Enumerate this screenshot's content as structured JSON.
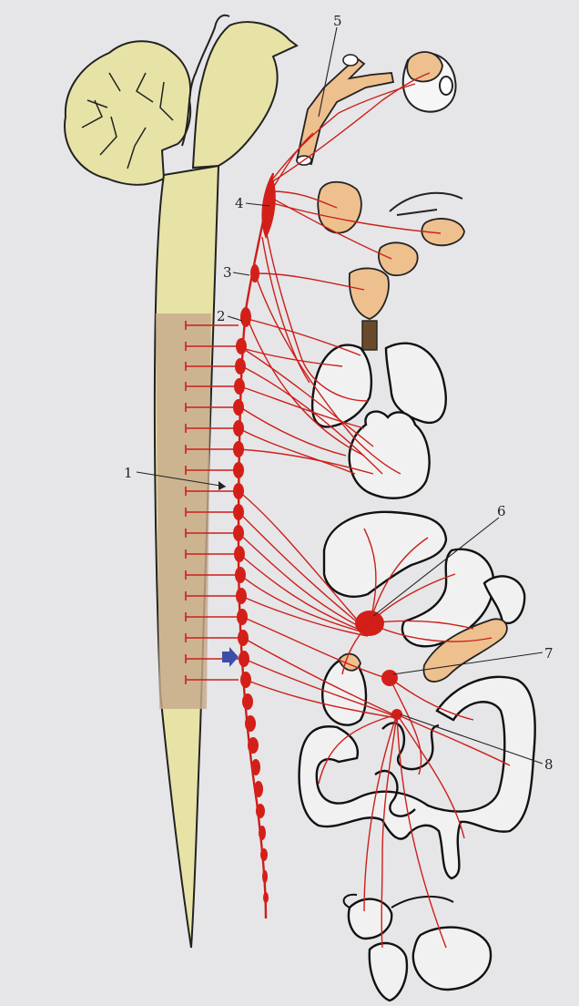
{
  "labels": {
    "l1": "1",
    "l2": "2",
    "l3": "3",
    "l4": "4",
    "l5": "5",
    "l6": "6",
    "l7": "7",
    "l8": "8"
  },
  "colors": {
    "nerve": "#cc1f1a",
    "spinal_cord": "#e7e3a6",
    "thoracolumbar_segment": "#c7a98c",
    "gland": "#eec08e",
    "marker_arrow": "#3b4fa8"
  },
  "icons": {
    "marker": "blue-arrow-icon"
  }
}
